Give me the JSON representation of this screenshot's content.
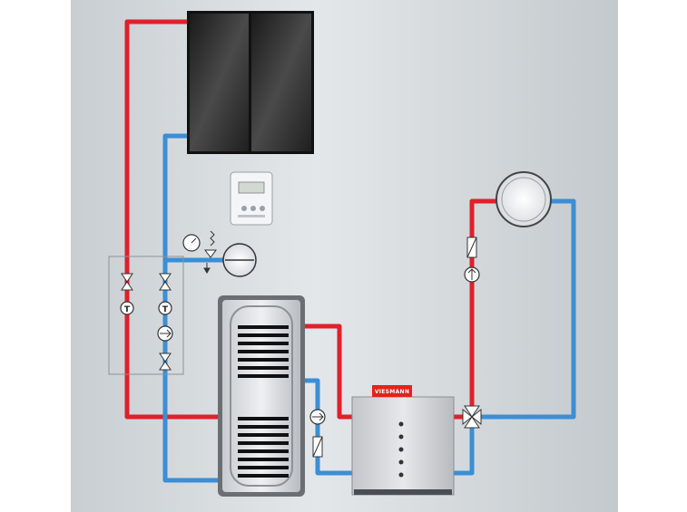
{
  "diagram": {
    "boiler_brand": "VIESMANN",
    "colors": {
      "hot_pipe": "#e0202a",
      "cold_pipe": "#3a8fd6",
      "background": "#d8dde0",
      "collector": "#2c2c2c",
      "tank_frame": "#585c62",
      "boiler_body": "#d3d6da",
      "brand_strip": "#e2231a"
    },
    "components": [
      "solar-collector",
      "solar-controller",
      "pump-station",
      "pressure-gauge",
      "expansion-vessel",
      "storage-tank",
      "boiler",
      "heating-circuit-pump",
      "mixing-valve",
      "heating-radiator"
    ]
  }
}
